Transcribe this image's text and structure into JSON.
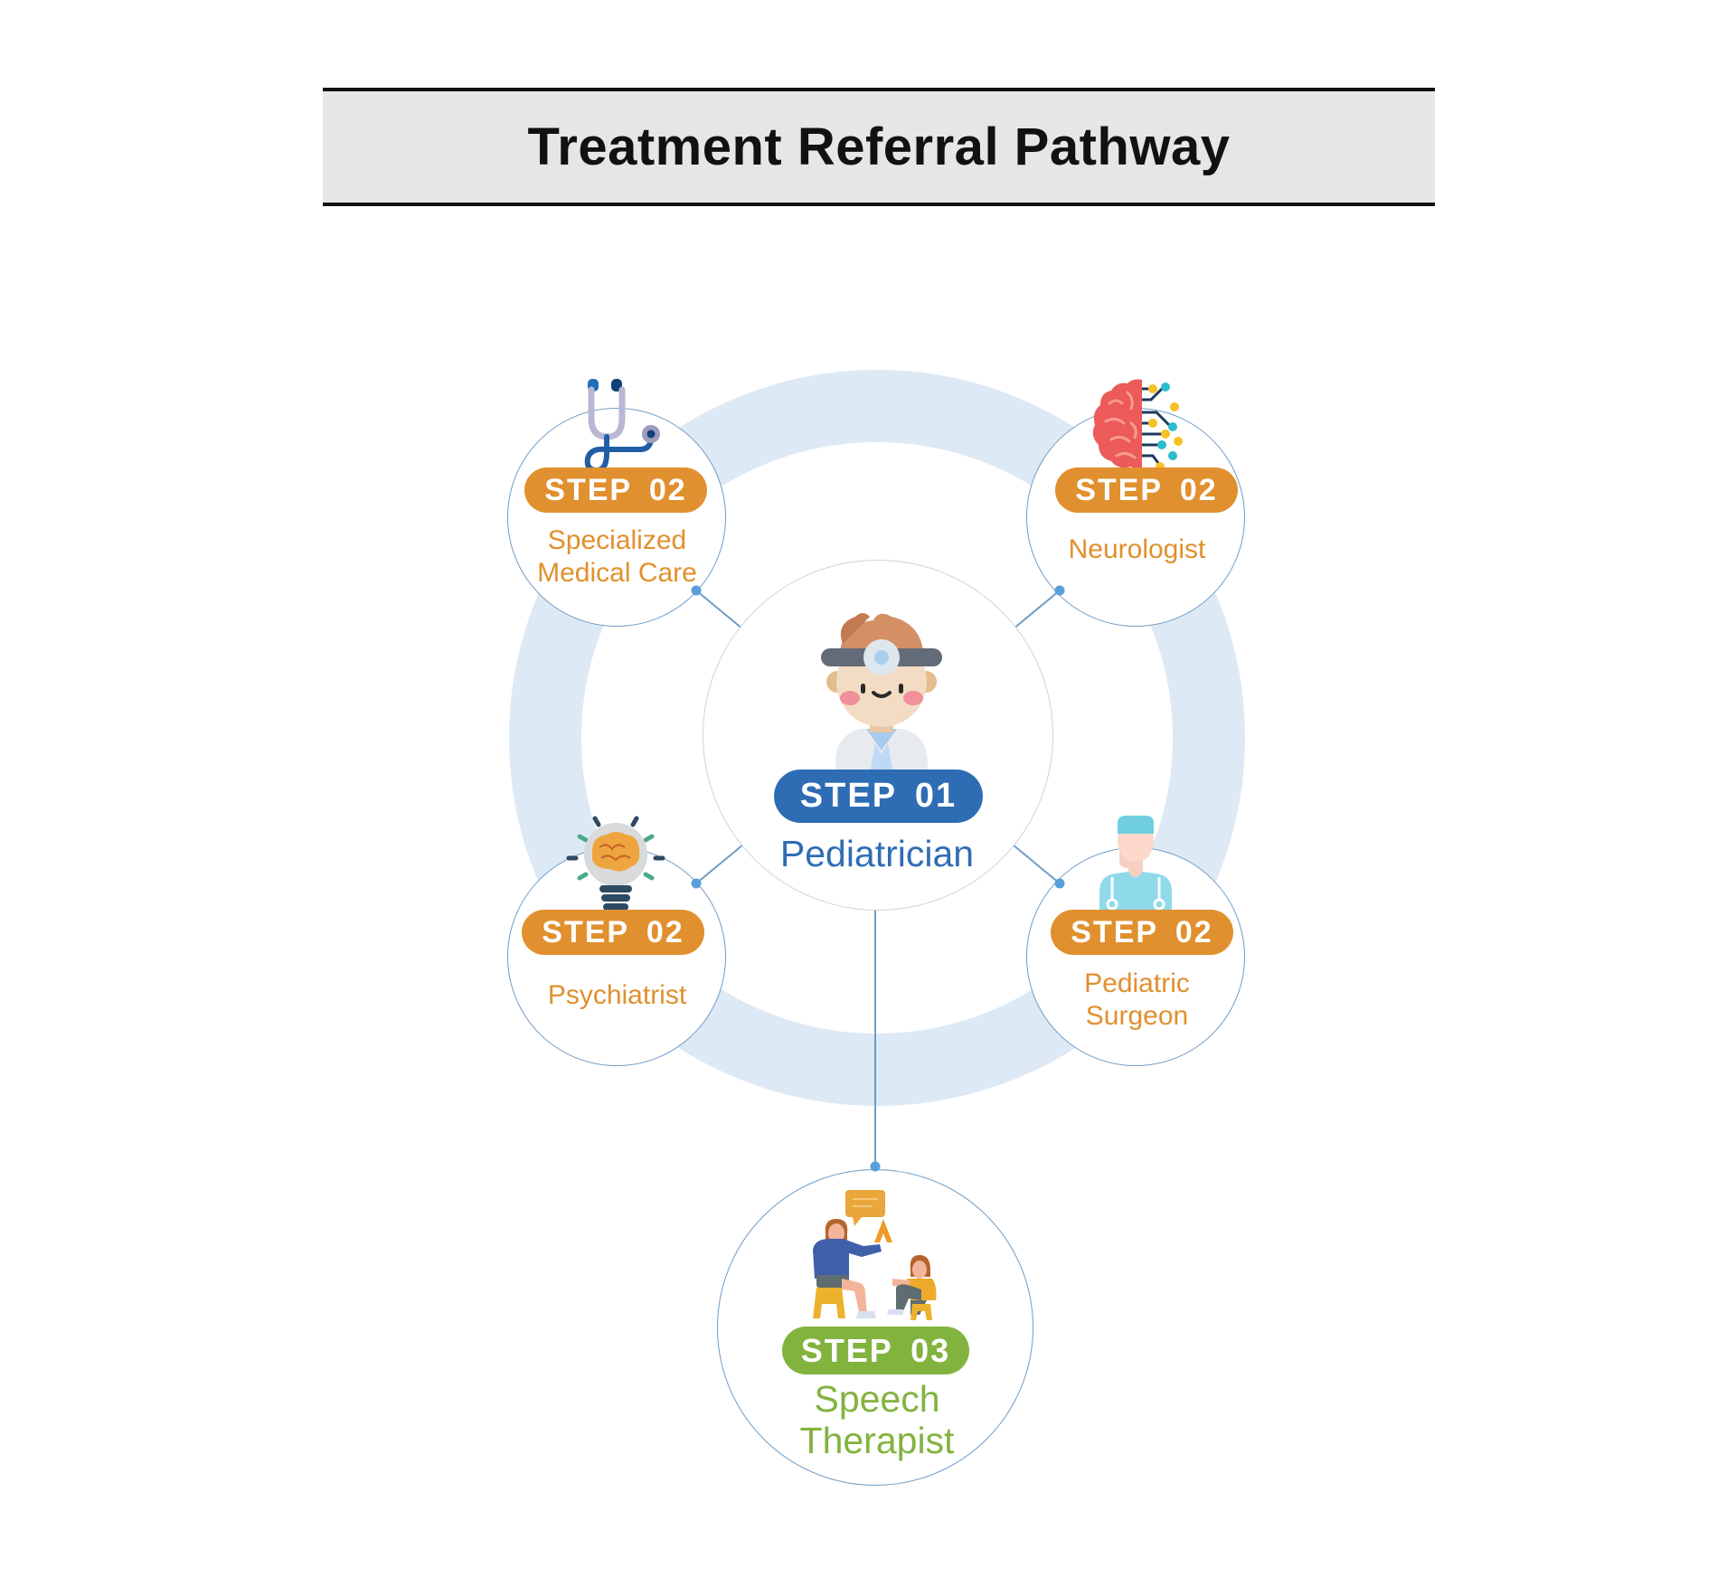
{
  "header": {
    "title": "Treatment Referral Pathway"
  },
  "colors": {
    "step01": "#2e6db4",
    "step02": "#e0902e",
    "step03": "#82b33f",
    "ring": "#dde9f5",
    "connector": "#6f9cc6",
    "connector_dot": "#5a9fdc"
  },
  "center": {
    "badge": "STEP 01",
    "label": "Pediatrician",
    "icon": "doctor-with-head-mirror-icon"
  },
  "step2_nodes": [
    {
      "badge": "STEP 02",
      "label_lines": [
        "Specialized",
        "Medical Care"
      ],
      "icon": "stethoscope-icon"
    },
    {
      "badge": "STEP 02",
      "label_lines": [
        "Neurologist"
      ],
      "icon": "digital-brain-icon"
    },
    {
      "badge": "STEP 02",
      "label_lines": [
        "Psychiatrist"
      ],
      "icon": "brain-lightbulb-icon"
    },
    {
      "badge": "STEP 02",
      "label_lines": [
        "Pediatric",
        "Surgeon"
      ],
      "icon": "surgeon-icon"
    }
  ],
  "step3_node": {
    "badge": "STEP 03",
    "label_lines": [
      "Speech",
      "Therapist"
    ],
    "icon": "speech-therapy-session-icon"
  }
}
